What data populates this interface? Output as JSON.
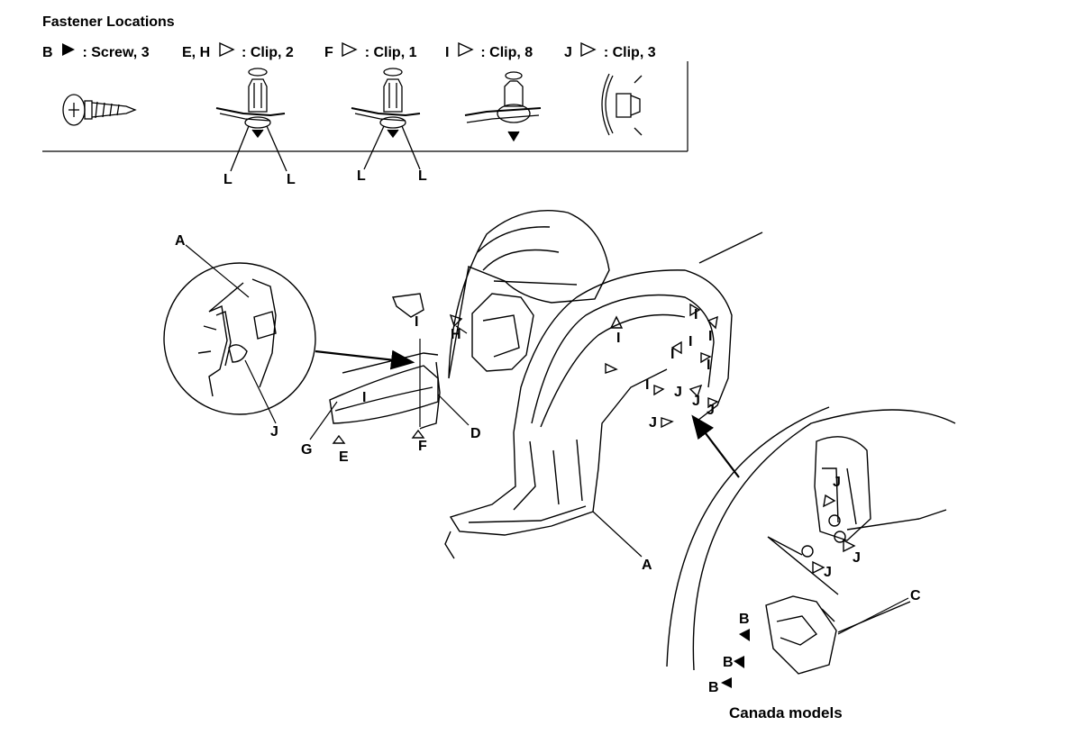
{
  "title": "Fastener Locations",
  "legend": [
    {
      "key": "B",
      "sep": ": ",
      "desc": "Screw, 3",
      "marker": "filled-triangle"
    },
    {
      "key": "E, H",
      "sep": ": ",
      "desc": "Clip, 2",
      "marker": "outline-triangle"
    },
    {
      "key": "F",
      "sep": ": ",
      "desc": "Clip, 1",
      "marker": "outline-triangle"
    },
    {
      "key": "I",
      "sep": ": ",
      "desc": "Clip, 8",
      "marker": "outline-triangle"
    },
    {
      "key": "J",
      "sep": ": ",
      "desc": "Clip, 3",
      "marker": "outline-triangle"
    }
  ],
  "callouts": {
    "A": "A",
    "B": "B",
    "C": "C",
    "D": "D",
    "E": "E",
    "F": "F",
    "G": "G",
    "H": "H",
    "I": "I",
    "J": "J",
    "L": "L"
  },
  "footnote": "Canada models"
}
